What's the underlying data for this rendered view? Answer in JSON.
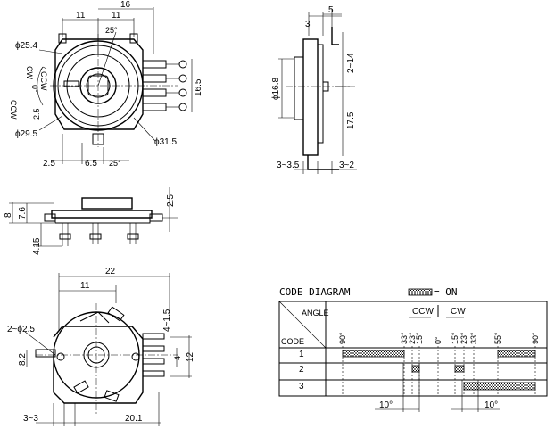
{
  "top_view": {
    "dims_top": [
      "11",
      "11",
      "16"
    ],
    "angle_top": "25°",
    "dia_254": "ϕ25.4",
    "dia_295": "ϕ29.5",
    "dia_315": "ϕ31.5",
    "rot_ccw": "CCW",
    "rot_0": "0°",
    "rot_cw": "CW",
    "ccw_side": "CCW",
    "dim_25_side": "2.5",
    "dims_bottom": [
      "2.5",
      "6.5",
      "25°"
    ],
    "dim_165": "16.5"
  },
  "side_view": {
    "dim_3": "3",
    "dim_5": "5",
    "dim_2_14": "2~14",
    "dim_175": "17.5",
    "dia_168": "ϕ16.8",
    "dim_3_35": "3~3.5",
    "dim_3_2": "3~2"
  },
  "front_view": {
    "dim_8": "8",
    "dim_76": "7.6",
    "dim_415": "4.15",
    "dim_25": "2.5"
  },
  "bottom_view": {
    "dim_22": "22",
    "dim_11": "11",
    "dim_4_15": "4~1.5",
    "dim_2_25": "2~ϕ2.5",
    "dim_82": "8.2",
    "dim_4": "4",
    "dim_12": "12",
    "dim_3_3": "3~3",
    "dim_201": "20.1"
  },
  "code_diagram": {
    "title": "CODE  DIAGRAM",
    "legend_label": "= ON",
    "header_angle": "ANGLE",
    "header_code": "CODE",
    "ccw_label": "CCW",
    "cw_label": "CW",
    "angles": [
      "90°",
      "33°",
      "23°",
      "15°",
      "0°",
      "15°",
      "23°",
      "33°",
      "55°",
      "90°"
    ],
    "codes": [
      "1",
      "2",
      "3"
    ],
    "rows": [
      {
        "code": "1",
        "on_ranges": [
          [
            -90,
            -33
          ],
          [
            55,
            90
          ]
        ]
      },
      {
        "code": "2",
        "on_ranges": [
          [
            -23,
            -15
          ],
          [
            15,
            23
          ]
        ]
      },
      {
        "code": "3",
        "on_ranges": [
          [
            23,
            90
          ]
        ]
      }
    ],
    "pitch_labels": [
      "10°",
      "10°"
    ]
  }
}
